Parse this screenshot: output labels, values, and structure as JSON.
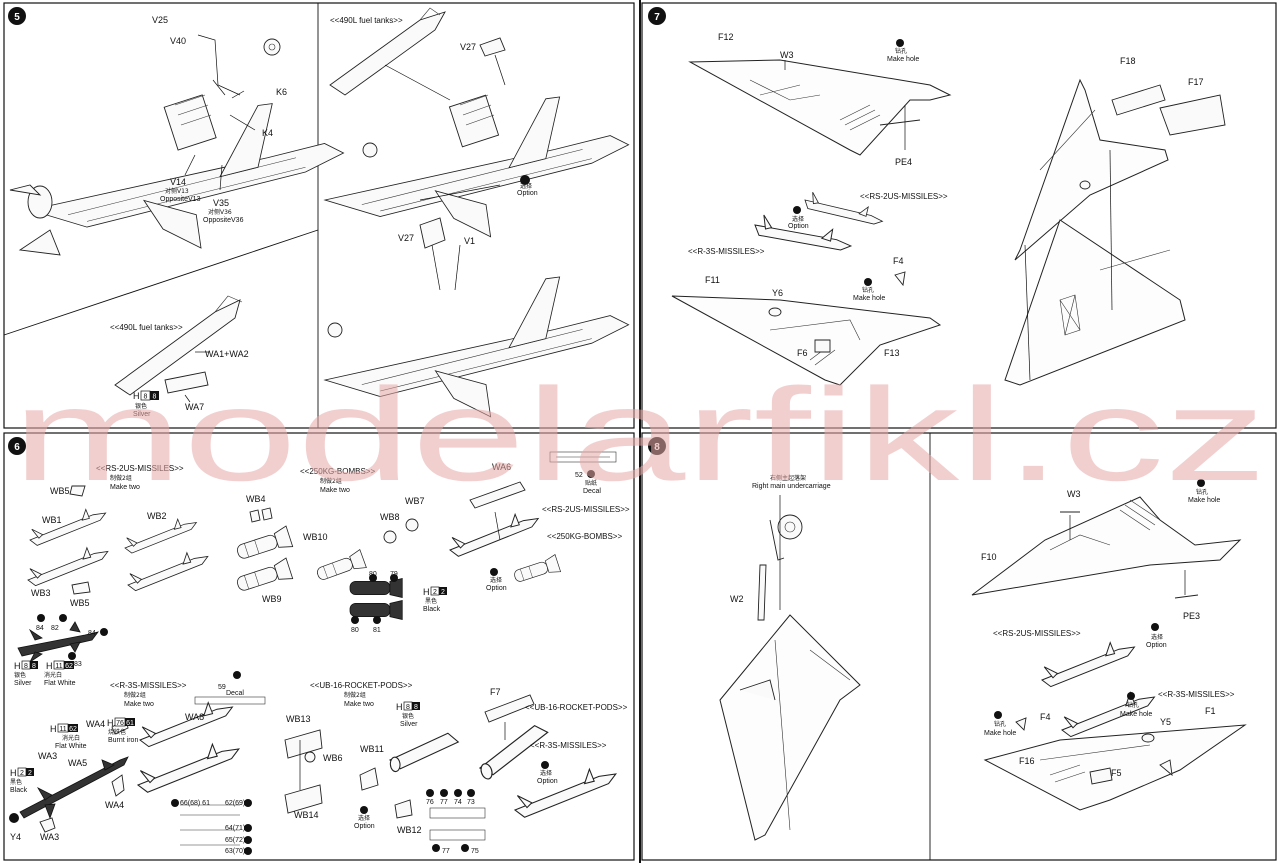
{
  "watermark": "modelarfikl.cz",
  "steps": {
    "s5": {
      "number": "5",
      "labels": {
        "v25": "V25",
        "v40": "V40",
        "k6": "K6",
        "k4": "K4",
        "v14": "V14",
        "v14_cn": "对侧V13",
        "v14_opp": "OppositeV13",
        "v35": "V35",
        "v35_cn": "对侧V36",
        "v35_opp": "OppositeV36",
        "fuel_a": "<<490L fuel tanks>>",
        "v27a": "V27",
        "opt_cn": "选择",
        "opt": "Option",
        "v27b": "V27",
        "v1": "V1",
        "fuel_b": "<<490L fuel tanks>>",
        "wa12": "WA1+WA2",
        "wa7": "WA7",
        "paint_h": "H",
        "paint_c1": "8",
        "paint_c2": "8",
        "paint_cn": "银色",
        "paint_name": "Silver"
      }
    },
    "s6": {
      "number": "6",
      "labels": {
        "rs2us": "<<RS-2US-MISSILES>>",
        "rs2us_cn": "制做2组",
        "rs2us_mt": "Make two",
        "wb5a": "WB5",
        "wb1": "WB1",
        "wb2": "WB2",
        "wb3": "WB3",
        "wb5b": "WB5",
        "n84a": "84",
        "n82": "82",
        "n84b": "84",
        "n83": "83",
        "h1": "H",
        "h1_c1": "8",
        "h1_c2": "8",
        "h1_cn": "银色",
        "h1_name": "Silver",
        "h2": "H",
        "h2_c1": "11",
        "h2_c2": "62",
        "h2_cn": "消光白",
        "h2_name": "Flat White",
        "bombs": "<<250KG-BOMBS>>",
        "bombs_cn": "制做2组",
        "bombs_mt": "Make two",
        "wb4": "WB4",
        "wb10": "WB10",
        "wb9": "WB9",
        "wb7": "WB7",
        "wb8": "WB8",
        "n80a": "80",
        "n79": "79",
        "n80b": "80",
        "n81": "81",
        "h3": "H",
        "h3_c1": "2",
        "h3_c2": "2",
        "h3_cn": "黑色",
        "h3_name": "Black",
        "wa6": "WA6",
        "rs2us_b": "<<RS-2US-MISSILES>>",
        "bombs_b": "<<250KG-BOMBS>>",
        "opt_cn": "选择",
        "opt": "Option",
        "n52": "52",
        "decal_cn": "贴纸",
        "decal": "Decal",
        "r3s": "<<R-3S-MISSILES>>",
        "r3s_cn": "制做2组",
        "r3s_mt": "Make two",
        "wa4a": "WA4",
        "wa8": "WA8",
        "h4": "H",
        "h4_c1": "11",
        "h4_c2": "62",
        "h4_cn": "消光白",
        "h4_name": "Flat White",
        "h5": "H",
        "h5_c1": "76",
        "h5_c2": "61",
        "h5_cn": "烧铁色",
        "h5_name": "Burnt iron",
        "wa3a": "WA3",
        "wa5": "WA5",
        "h6": "H",
        "h6_c1": "2",
        "h6_c2": "2",
        "h6_cn": "黑色",
        "h6_name": "Black",
        "y4": "Y4",
        "wa3b": "WA3",
        "wa4b": "WA4",
        "n59": "59",
        "decal2": "Decal",
        "ub16": "<<UB-16-ROCKET-PODS>>",
        "ub16_cn": "制做2组",
        "ub16_mt": "Make two",
        "wb13": "WB13",
        "wb6": "WB6",
        "wb14": "WB14",
        "wb11": "WB11",
        "wb12": "WB12",
        "h7": "H",
        "h7_c1": "8",
        "h7_c2": "8",
        "h7_cn": "银色",
        "h7_name": "Silver",
        "d1": "66(68) 61",
        "d2": "62(69)",
        "d3": "64(71)",
        "d4": "65(72)",
        "d5": "63(70)",
        "opt2_cn": "选择",
        "opt2": "Option",
        "n76": "76",
        "n77": "77",
        "n74": "74",
        "n73": "73",
        "n77b": "77",
        "n75": "75",
        "f7": "F7",
        "ub16b": "<<UB-16-ROCKET-PODS>>",
        "r3s_b": "<<R-3S-MISSILES>>",
        "opt3_cn": "选择",
        "opt3": "Option"
      }
    },
    "s7": {
      "number": "7",
      "labels": {
        "f12": "F12",
        "w3": "W3",
        "hole_cn": "钻孔",
        "hole": "Make hole",
        "pe4": "PE4",
        "rs2us": "<<RS-2US-MISSILES>>",
        "opt_cn": "选择",
        "opt": "Option",
        "r3s": "<<R-3S-MISSILES>>",
        "f4": "F4",
        "hole2_cn": "钻孔",
        "hole2": "Make hole",
        "f11": "F11",
        "y6": "Y6",
        "f6": "F6",
        "f13": "F13",
        "f18": "F18",
        "f17": "F17"
      }
    },
    "s8": {
      "number": "8",
      "labels": {
        "rmu_cn": "右侧主起落架",
        "rmu": "Right main undercarriage",
        "w2": "W2",
        "w3": "W3",
        "hole_cn": "钻孔",
        "hole": "Make hole",
        "f10": "F10",
        "pe3": "PE3",
        "rs2us": "<<RS-2US-MISSILES>>",
        "opt_cn": "选择",
        "opt": "Option",
        "r3s": "<<R-3S-MISSILES>>",
        "hole2_cn": "钻孔",
        "hole2": "Make hole",
        "hole3_cn": "钻孔",
        "hole3": "Make hole",
        "f4": "F4",
        "y5": "Y5",
        "f1": "F1",
        "f16": "F16",
        "f5": "F5"
      }
    }
  }
}
